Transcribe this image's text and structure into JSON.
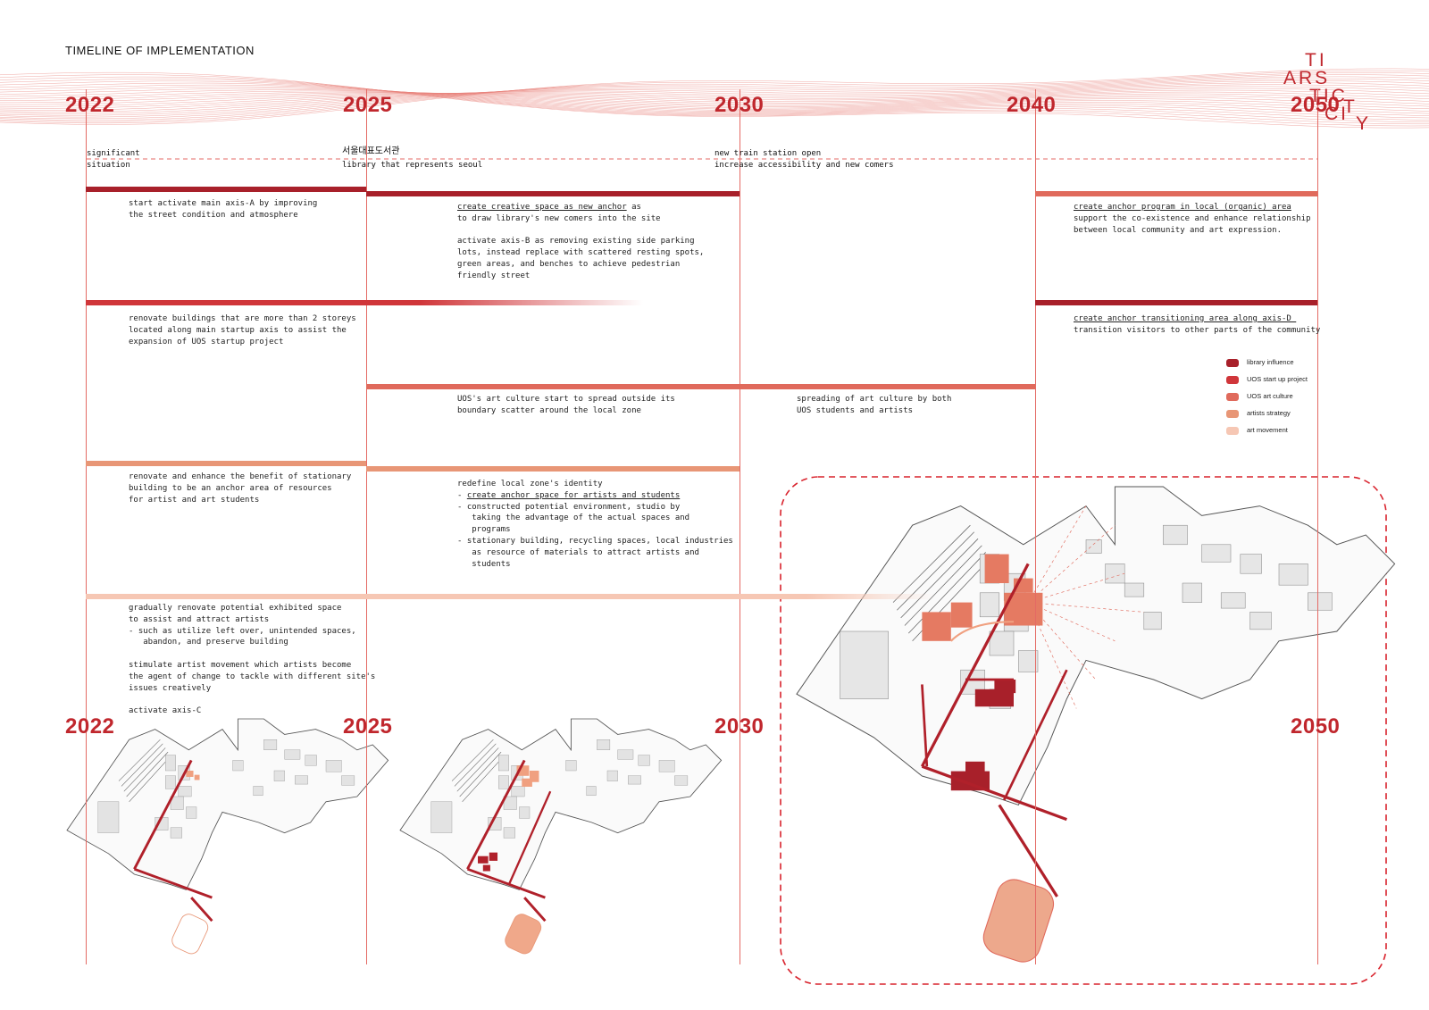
{
  "title": "TIMELINE OF IMPLEMENTATION",
  "logo": {
    "l1": "TI",
    "l2": "ARS",
    "l3": "TIC",
    "l4": "CI",
    "l5": "Y",
    "l6": "T"
  },
  "years_top": [
    "2022",
    "2025",
    "2030",
    "2040",
    "2050"
  ],
  "years_bottom": [
    "2022",
    "2025",
    "2030",
    "2050"
  ],
  "situations": {
    "s1": "significant\nsituation",
    "s2_korean": "서울대표도서관",
    "s2": "library that represents seoul",
    "s3": "new train station open\nincrease accessibility and new comers"
  },
  "colors": {
    "library_influence": "#a8202a",
    "uos_startup": "#d0363a",
    "uos_art": "#e06a5c",
    "artists_strategy": "#e89676",
    "art_movement": "#f6c7b4"
  },
  "legend": [
    "library influence",
    "UOS start up project",
    "UOS art culture",
    "artists strategy",
    "art movement"
  ],
  "texts": {
    "t1": "start activate main axis-A by improving\nthe street condition and atmosphere",
    "t2_u": "create creative space as new anchor",
    "t2_a": " as\nto draw library's new comers into the site\n\nactivate axis-B as removing existing side parking\nlots, instead replace with scattered resting spots,\ngreen areas, and benches to achieve pedestrian\nfriendly street",
    "t3_u": "create anchor program in local (organic) area",
    "t3_a": "\nsupport the co-existence and enhance relationship\nbetween local community and art expression.",
    "t4": "renovate buildings that are more than 2 storeys\nlocated along main startup axis to assist the\nexpansion of UOS startup project",
    "t5_u": "create anchor transitioning area along axis-D ",
    "t5_a": "\ntransition visitors to other parts of the community",
    "t6": "UOS's art culture start to spread outside its\nboundary scatter around the local zone",
    "t7": "spreading of art culture by both\nUOS students and artists",
    "t8": "renovate and enhance the benefit of stationary\nbuilding to be an anchor area of resources\nfor artist and art students",
    "t9_a": "redefine local zone's identity\n- ",
    "t9_u": "create anchor space for artists and students",
    "t9_b": "\n- constructed potential environment, studio by\n   taking the advantage of the actual spaces and\n   programs\n- stationary building, recycling spaces, local industries\n   as resource of materials to attract artists and\n   students",
    "t10": "gradually renovate potential exhibited space\nto assist and attract artists\n- such as utilize left over, unintended spaces,\n   abandon, and preserve building\n\nstimulate artist movement which artists become\nthe agent of change to tackle with different site's\nissues creatively\n\nactivate axis-C"
  }
}
